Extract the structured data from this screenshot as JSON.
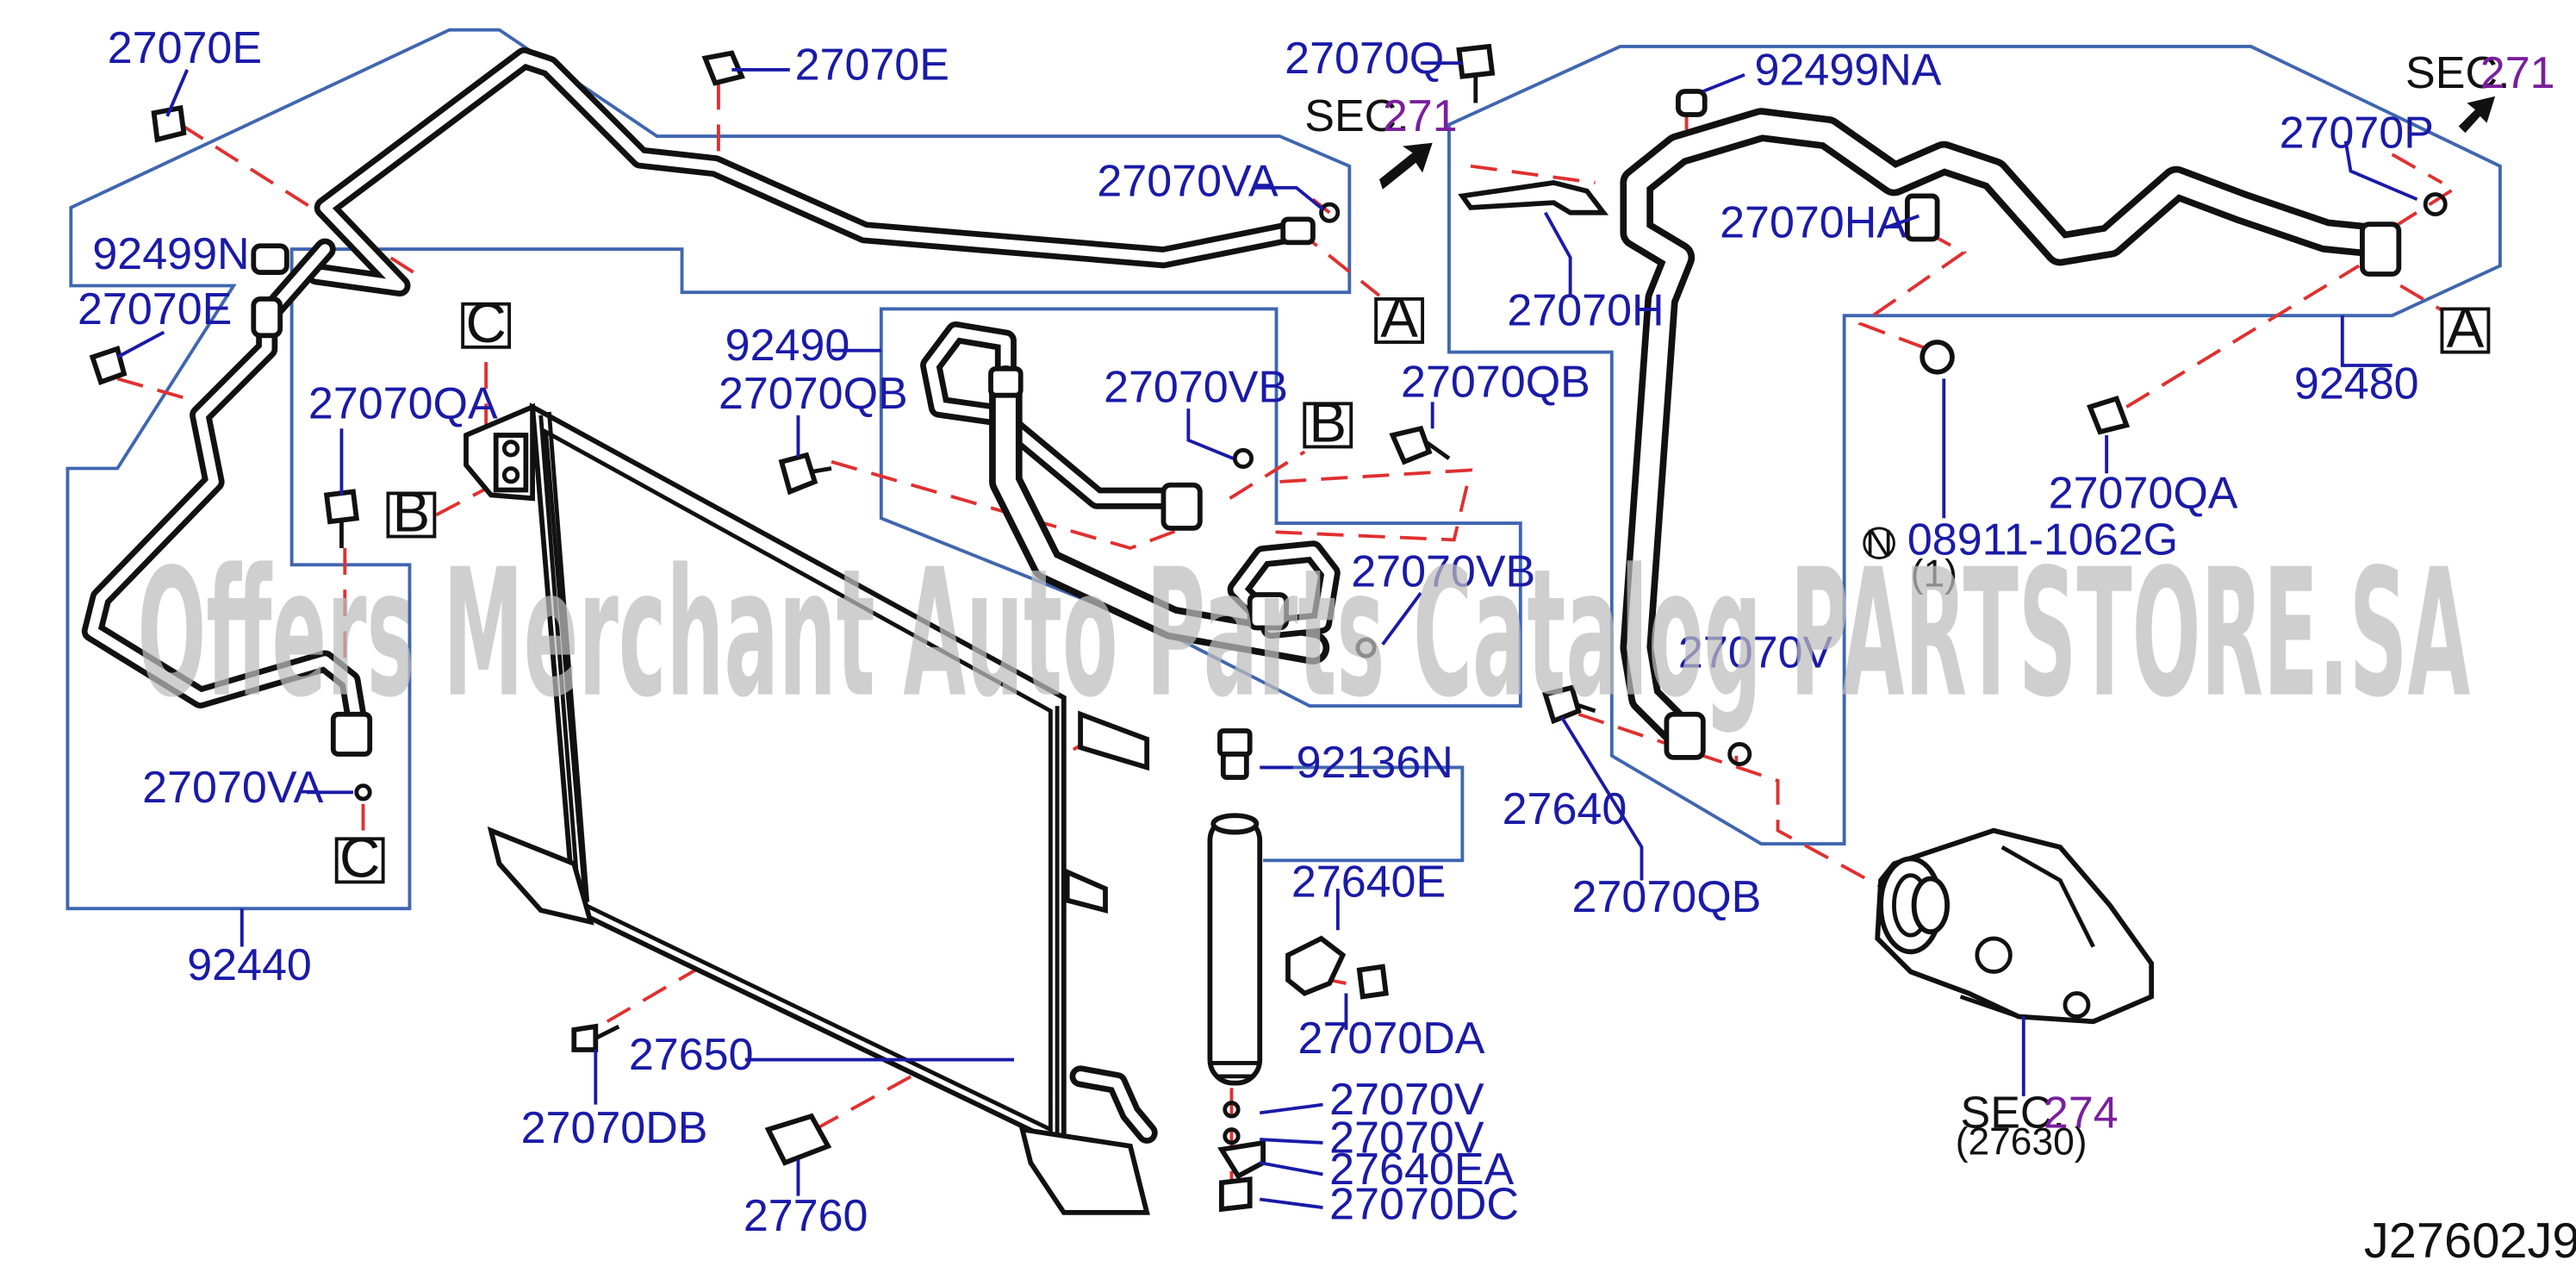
{
  "diagram_code": "J27602J9",
  "watermark": "Offers Merchant Auto Parts Catalog PARTSTORE.SA",
  "section_refs": [
    {
      "prefix": "SEC.",
      "number": "271"
    },
    {
      "prefix": "SEC.",
      "number": "271"
    },
    {
      "prefix": "SEC.",
      "number": "274",
      "sub": "(27630)"
    }
  ],
  "ref_markers": [
    "A",
    "A",
    "B",
    "B",
    "C",
    "C"
  ],
  "note_marker": {
    "symbol": "N",
    "part": "08911-1062G",
    "qty": "(1)"
  },
  "labels": {
    "p27070E_a": "27070E",
    "p27070E_b": "27070E",
    "p27070E_c": "27070E",
    "p92499N": "92499N",
    "p27070QA_left": "27070QA",
    "p27070VA_left": "27070VA",
    "p92440": "92440",
    "p27070VA_top": "27070VA",
    "p92490": "92490",
    "p27070QB_mid": "27070QB",
    "p27070VB_a": "27070VB",
    "p27070QB_right": "27070QB",
    "p27070VB_b": "27070VB",
    "p27070Q": "27070Q",
    "p92499NA": "92499NA",
    "p27070HA": "27070HA",
    "p27070H": "27070H",
    "p27070P": "27070P",
    "p92480": "92480",
    "p27070QA_right": "27070QA",
    "p27070V_hidden": "27070V",
    "p27070QB_low": "27070QB",
    "p92136N": "92136N",
    "p27640": "27640",
    "p27640E": "27640E",
    "p27070DA": "27070DA",
    "p27070V_a": "27070V",
    "p27070V_b": "27070V",
    "p27640EA": "27640EA",
    "p27070DC": "27070DC",
    "p27650": "27650",
    "p27070DB": "27070DB",
    "p27760": "27760"
  }
}
